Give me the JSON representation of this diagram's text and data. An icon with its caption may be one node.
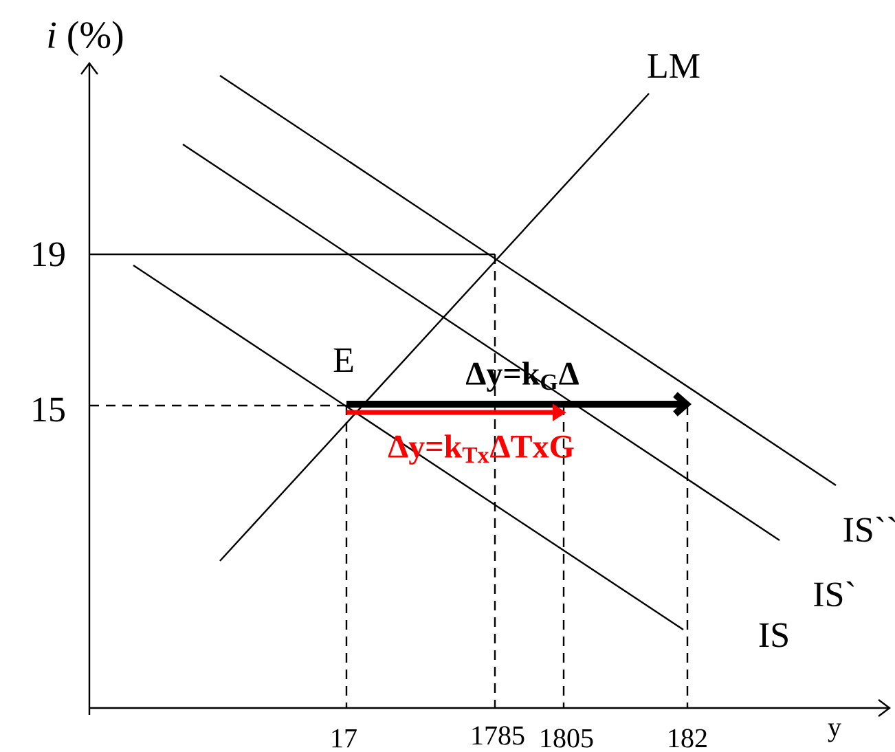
{
  "diagram": {
    "labels": [
      "*i* (%)",
      "LM",
      "19",
      "E",
      "Δy=k$_{G}$Δ",
      "15",
      "Δy=k$_{Tx}$ΔTxG",
      "IS``",
      "IS`",
      "IS",
      "17",
      "1785",
      "1805",
      "182",
      "y"
    ]
  }
}
